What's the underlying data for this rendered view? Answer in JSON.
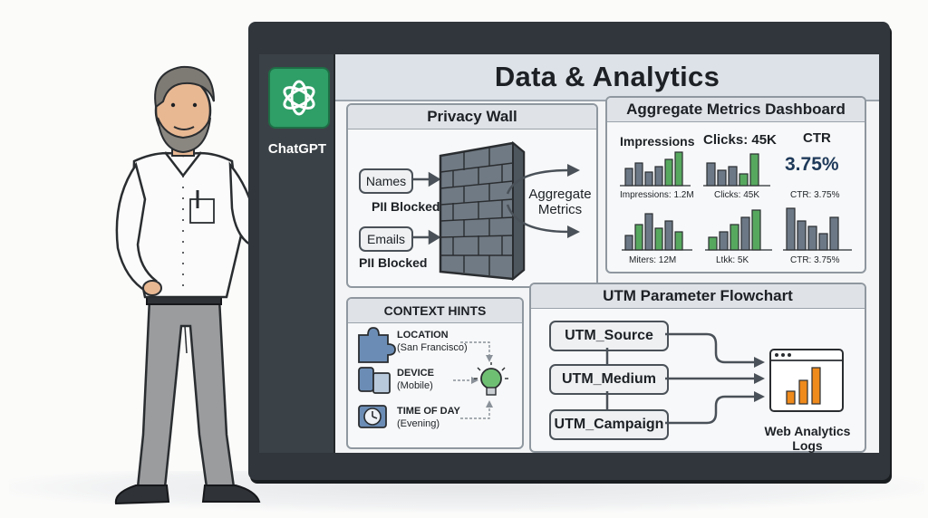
{
  "board": {
    "title": "Data & Analytics",
    "brand": "ChatGPT",
    "logo_icon": "openai-knot-icon"
  },
  "privacy_wall": {
    "title": "Privacy Wall",
    "inputs": [
      {
        "label": "Names",
        "status": "PII Blocked"
      },
      {
        "label": "Emails",
        "status": "PII Blocked"
      }
    ],
    "wall_icon": "brick-wall-icon",
    "output_label_line1": "Aggregate",
    "output_label_line2": "Metrics"
  },
  "metrics_dashboard": {
    "title": "Aggregate Metrics Dashboard",
    "headers": {
      "impressions": "Impressions",
      "clicks": "Clicks: 45K",
      "ctr": "CTR"
    },
    "ctr_value": "3.75%",
    "captions_row1": [
      "Impressions: 1.2M",
      "Clicks: 45K",
      "CTR: 3.75%"
    ],
    "captions_row2": [
      "Miters: 12M",
      "Ltkk: 5K",
      "CTR: 3.75%"
    ],
    "colors": {
      "gray_bar": "#6c7886",
      "green_bar": "#57a85f"
    }
  },
  "context_hints": {
    "title": "CONTEXT HINTS",
    "items": [
      {
        "label": "LOCATION",
        "detail": "(San Francisco)",
        "icon": "puzzle-icon"
      },
      {
        "label": "DEVICE",
        "detail": "(Mobile)",
        "icon": "devices-icon"
      },
      {
        "label": "TIME OF DAY",
        "detail": "(Evening)",
        "icon": "clock-icon"
      }
    ],
    "result_icon": "lightbulb-icon"
  },
  "utm_flowchart": {
    "title": "UTM Parameter Flowchart",
    "params": [
      "UTM_Source",
      "UTM_Medium",
      "UTM_Campaign"
    ],
    "target_line1": "Web Analytics",
    "target_line2": "Logs",
    "target_icon": "bar-chart-window-icon"
  }
}
